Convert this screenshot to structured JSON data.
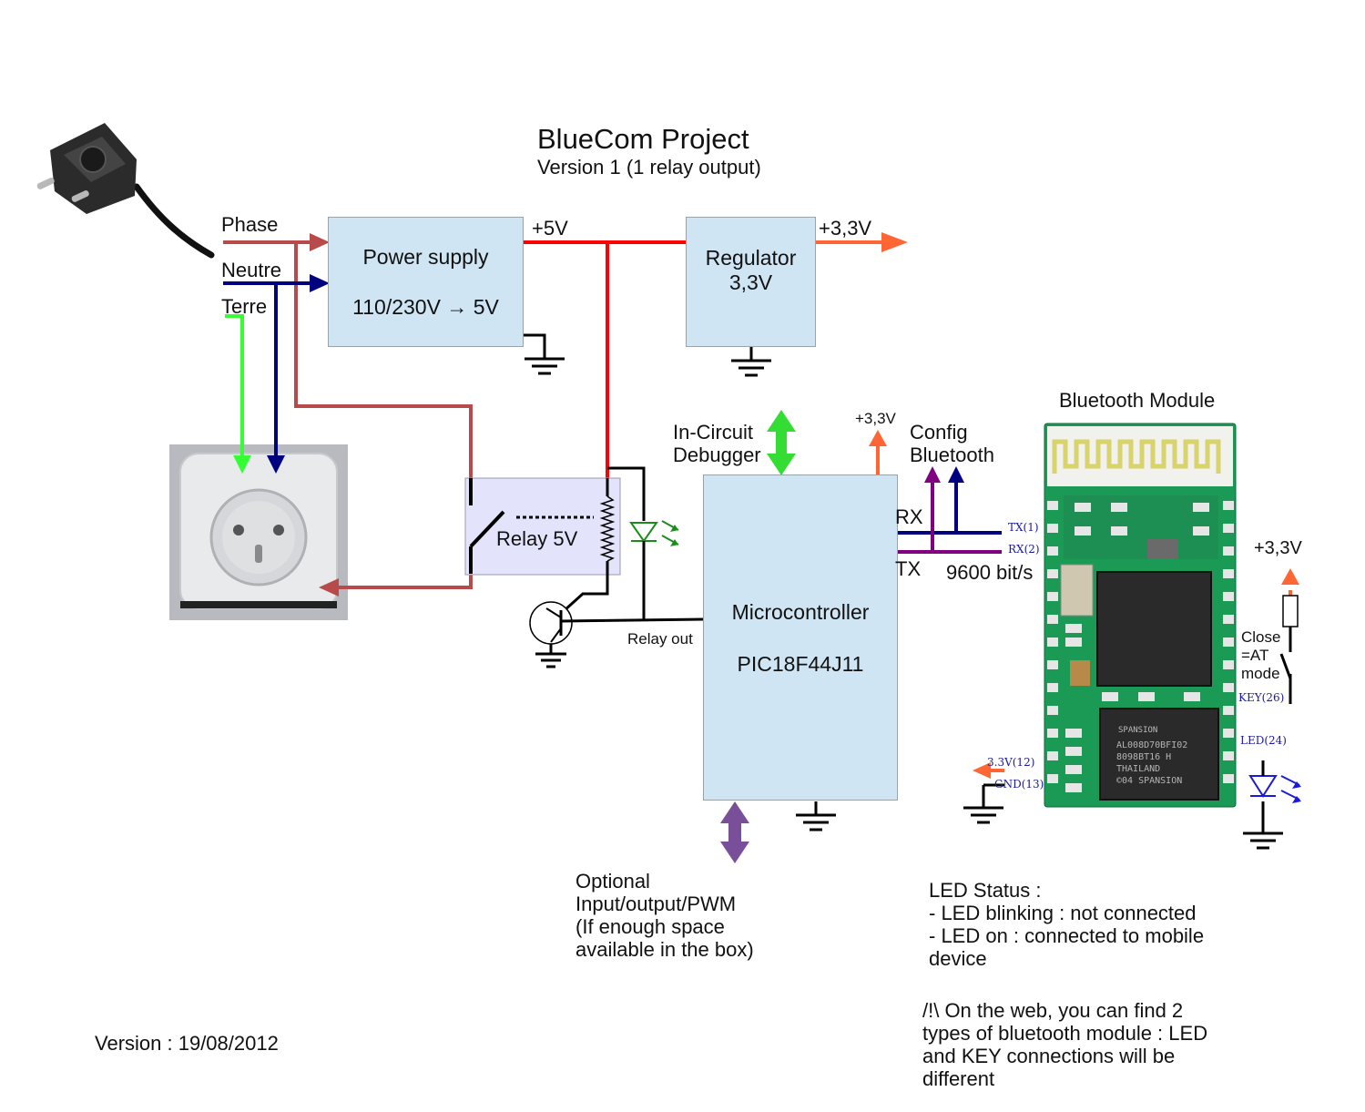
{
  "title": "BlueCom Project",
  "subtitle": "Version 1 (1 relay output)",
  "inputs": {
    "phase": "Phase",
    "neutre": "Neutre",
    "terre": "Terre"
  },
  "blocks": {
    "power_supply": {
      "name": "Power supply",
      "spec": "110/230V → 5V"
    },
    "regulator": {
      "name": "Regulator",
      "spec": "3,3V"
    },
    "relay": {
      "name": "Relay 5V"
    },
    "microcontroller": {
      "name": "Microcontroller",
      "part": "PIC18F44J11"
    }
  },
  "rails": {
    "v5": "+5V",
    "v33_out": "+3,3V",
    "v33_mcu": "+3,3V",
    "v33_key": "+3,3V"
  },
  "debugger": {
    "line1": "In-Circuit",
    "line2": "Debugger"
  },
  "config_bt": {
    "line1": "Config",
    "line2": "Bluetooth"
  },
  "uart": {
    "rx": "RX",
    "tx": "TX",
    "baud": "9600 bit/s"
  },
  "relay_out": "Relay out",
  "bt_module": {
    "title": "Bluetooth Module",
    "pins": {
      "tx": "TX(1)",
      "rx": "RX(2)",
      "v33": "3.3V(12)",
      "gnd": "GND(13)",
      "key": "KEY(26)",
      "led": "LED(24)"
    },
    "chip1": "SPANSION",
    "chip2": "AL008D70BFI02\n8098BT16 H\nTHAILAND\n©04 SPANSION"
  },
  "close_at": "Close\n=AT\nmode",
  "optional_io": "Optional\nInput/output/PWM\n(If enough space\navailable in the box)",
  "led_status": "LED Status :\n- LED blinking : not connected\n- LED on : connected to mobile\ndevice",
  "warning": "/!\\ On the web, you can find 2\ntypes of bluetooth module : LED\nand KEY connections will be\ndifferent",
  "version": "Version : 19/08/2012",
  "colors": {
    "phase": "#b94a4a",
    "neutral": "#000080",
    "earth": "#33ff33",
    "power": "#ff0000",
    "v33": "#ff6633",
    "debugger": "#33dd33",
    "config": "#800080",
    "optional": "#7a4f9a",
    "block_fill": "#cfe5f3",
    "relay_fill": "#e3e3fb",
    "pcb": "#1a9a55"
  }
}
